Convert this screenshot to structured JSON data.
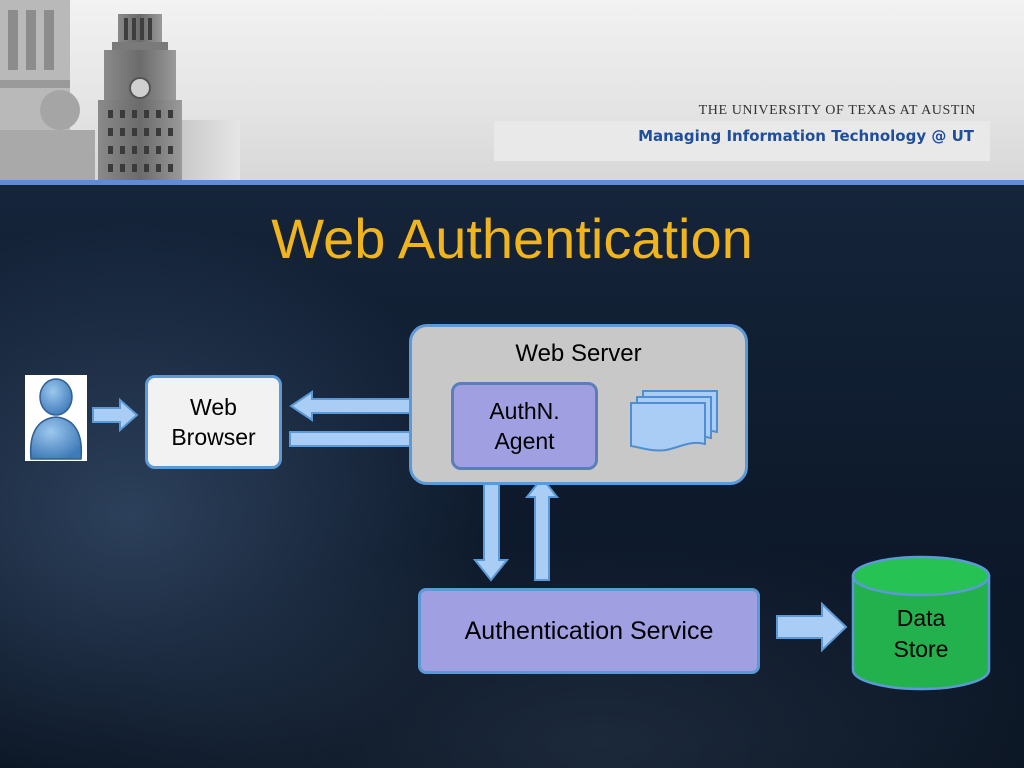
{
  "header": {
    "university": "THE UNIVERSITY OF TEXAS AT AUSTIN",
    "department": "Managing Information Technology @ UT"
  },
  "slide": {
    "title": "Web Authentication"
  },
  "diagram": {
    "nodes": {
      "user": {
        "icon": "user-icon"
      },
      "web_browser": {
        "line1": "Web",
        "line2": "Browser"
      },
      "web_server": {
        "label": "Web Server"
      },
      "authn_agent": {
        "line1": "AuthN.",
        "line2": "Agent"
      },
      "documents": {
        "icon": "documents-icon"
      },
      "auth_service": {
        "label": "Authentication Service"
      },
      "data_store": {
        "line1": "Data",
        "line2": "Store"
      }
    },
    "edges": [
      {
        "from": "user",
        "to": "web_browser"
      },
      {
        "from": "web_server",
        "to": "web_browser"
      },
      {
        "from": "web_browser",
        "to": "web_server"
      },
      {
        "from": "authn_agent",
        "to": "auth_service"
      },
      {
        "from": "auth_service",
        "to": "authn_agent"
      },
      {
        "from": "auth_service",
        "to": "data_store"
      }
    ],
    "colors": {
      "title": "#f0b41c",
      "arrow_fill": "#a9cdf5",
      "arrow_stroke": "#5b9ad6",
      "purple_box": "#9f9fe1",
      "data_store": "#22b14c",
      "web_server_box": "#c8c8c8",
      "header_stripe": "#5b8fcf",
      "department_text": "#1f4e9a"
    }
  }
}
